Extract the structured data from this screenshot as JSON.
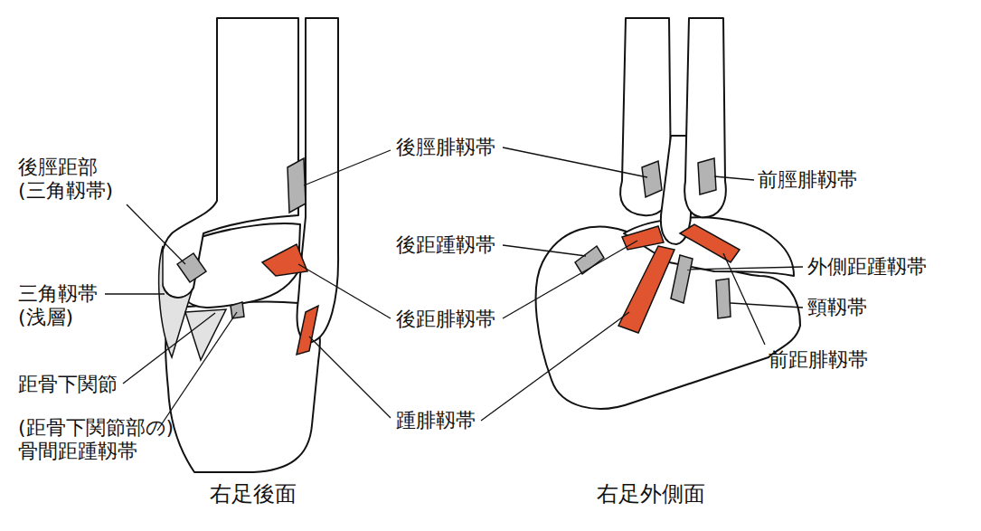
{
  "diagram": {
    "labels": [
      "後脛距部 (三角靱帯)",
      "三角靱帯 (浅層)",
      "距骨下関節",
      "(距骨下関節部の) 骨間距踵靱帯",
      "右足後面",
      "後脛腓靱帯",
      "後距踵靱帯",
      "後距腓靱帯",
      "踵腓靱帯",
      "右足外側面",
      "前脛腓靱帯",
      "外側距踵靱帯",
      "頸靱帯",
      "前距腓靱帯"
    ]
  }
}
